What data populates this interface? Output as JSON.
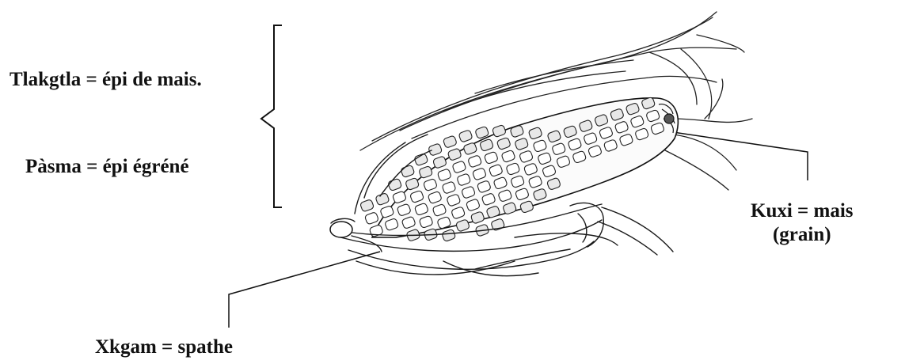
{
  "labels": {
    "tlakgtla": "Tlakgtla  =  épi de mais.",
    "pasma": "Pàsma  =  épi  égréné",
    "kuxi": {
      "line1": "Kuxi  =  mais",
      "line2": "(grain)"
    },
    "xkgam": "Xkgam  =  spathe"
  },
  "colors": {
    "ink": "#111111",
    "background": "#ffffff"
  }
}
